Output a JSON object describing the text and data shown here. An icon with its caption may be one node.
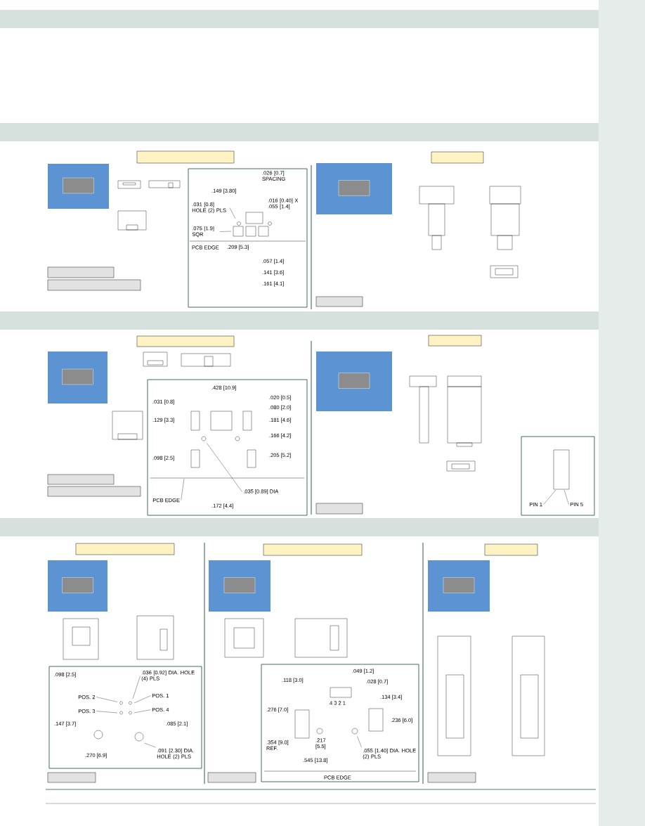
{
  "diagram": {
    "nodes": [
      {
        "text": [],
        "shape": "box"
      },
      {
        "text": [],
        "shape": "picture"
      },
      {
        "text": [],
        "shape": "box"
      },
      {
        "text": [],
        "shape": "box"
      },
      {
        "text": [],
        "shape": "box"
      },
      {
        "text": [
          ".031 [0.8] HOLE (2) PLS"
        ],
        "in": 4
      },
      {
        "text": [
          ".075 [1.9] SQR"
        ],
        "in": 4
      },
      {
        "text": [],
        "shape": "box"
      },
      {
        "text": [],
        "shape": "picture"
      },
      {
        "text": [],
        "shape": "box"
      },
      {
        "text": [],
        "shape": "box"
      },
      {
        "text": [],
        "shape": "picture"
      },
      {
        "text": [],
        "shape": "box"
      },
      {
        "text": [],
        "shape": "box"
      },
      {
        "text": [],
        "shape": "box"
      },
      {
        "text": [
          ".035 [0.89] DIA"
        ],
        "in": 14
      },
      {
        "text": [
          "PCB EDGE"
        ],
        "in": 14
      },
      {
        "text": [],
        "shape": "box"
      },
      {
        "text": [],
        "shape": "picture"
      },
      {
        "text": [],
        "shape": "box"
      },
      {
        "text": [],
        "shape": "box"
      },
      {
        "text": [
          "PIN 1"
        ],
        "in": 20
      },
      {
        "text": [
          "PIN 5"
        ],
        "in": 20
      },
      {
        "text": [],
        "shape": "box"
      },
      {
        "text": [],
        "shape": "picture"
      },
      {
        "text": [],
        "shape": "box"
      },
      {
        "text": [
          ".036 [0.92] DIA. HOLE (4) PLS"
        ],
        "in": 25
      },
      {
        "text": [
          "POS. 2"
        ],
        "in": 25
      },
      {
        "text": [
          "POS. 3"
        ],
        "in": 25
      },
      {
        "text": [
          "POS. 1"
        ],
        "in": 25
      },
      {
        "text": [
          "POS. 4"
        ],
        "in": 25
      },
      {
        "text": [
          ".091 [2.30] DIA. HOLE (2) PLS"
        ],
        "in": 25
      },
      {
        "text": [],
        "shape": "box"
      },
      {
        "text": [],
        "shape": "box"
      },
      {
        "text": [],
        "shape": "picture"
      },
      {
        "text": [],
        "shape": "box"
      },
      {
        "text": [
          ".055 [1.40] DIA. HOLE (2) PLS"
        ],
        "in": 35
      },
      {
        "text": [],
        "shape": "box"
      },
      {
        "text": [],
        "shape": "box"
      },
      {
        "text": [],
        "shape": "picture"
      },
      {
        "text": [],
        "shape": "box"
      },
      {
        "text": [],
        "shape": "bar"
      },
      {
        "text": [],
        "shape": "bar"
      },
      {
        "text": [],
        "shape": "bar"
      },
      {
        "text": [],
        "shape": "bar"
      },
      {
        "text": [],
        "shape": "bar"
      }
    ],
    "edges": [
      {
        "from": 21,
        "to": null,
        "arrow": "none"
      },
      {
        "from": 22,
        "to": null,
        "arrow": "none"
      },
      {
        "from": 15,
        "to": null,
        "arrow": "none"
      },
      {
        "from": 16,
        "to": null,
        "arrow": "none"
      },
      {
        "from": 26,
        "to": null,
        "arrow": "none"
      },
      {
        "from": 27,
        "to": null,
        "arrow": "none"
      },
      {
        "from": 28,
        "to": null,
        "arrow": "none"
      },
      {
        "from": 29,
        "to": null,
        "arrow": "none"
      },
      {
        "from": 30,
        "to": null,
        "arrow": "none"
      },
      {
        "from": 31,
        "to": null,
        "arrow": "none"
      },
      {
        "from": 36,
        "to": null,
        "arrow": "none"
      },
      {
        "from": 5,
        "to": null,
        "arrow": "none"
      },
      {
        "from": 6,
        "to": null,
        "arrow": "none"
      }
    ],
    "labels": [
      ".026 [0.7] SPACING",
      ".149 [3.80]",
      ".016 [0.40] X .055 [1.4]",
      "PCB EDGE",
      ".209 [5.3]",
      ".057 [1.4]",
      ".141 [3.6]",
      ".161 [4.1]",
      ".428 [10.9]",
      ".031 [0.8]",
      ".020 [0.5]",
      ".080 [2.0]",
      ".129 [3.3]",
      ".181 [4.6]",
      ".166 [4.2]",
      ".098 [2.5]",
      ".205 [5.2]",
      ".172 [4.4]",
      ".098 [2.5]",
      ".147 [3.7]",
      ".085 [2.1]",
      ".270 [6.9]",
      ".049 [1.2]",
      ".118 [3.0]",
      ".028 [0.7]",
      "4 3 2 1",
      ".134 [3.4]",
      ".276 [7.0]",
      ".236 [6.0]",
      ".354 [9.0] REF.",
      ".217 [5.5]",
      ".545 [13.8]",
      "PCB EDGE"
    ]
  }
}
